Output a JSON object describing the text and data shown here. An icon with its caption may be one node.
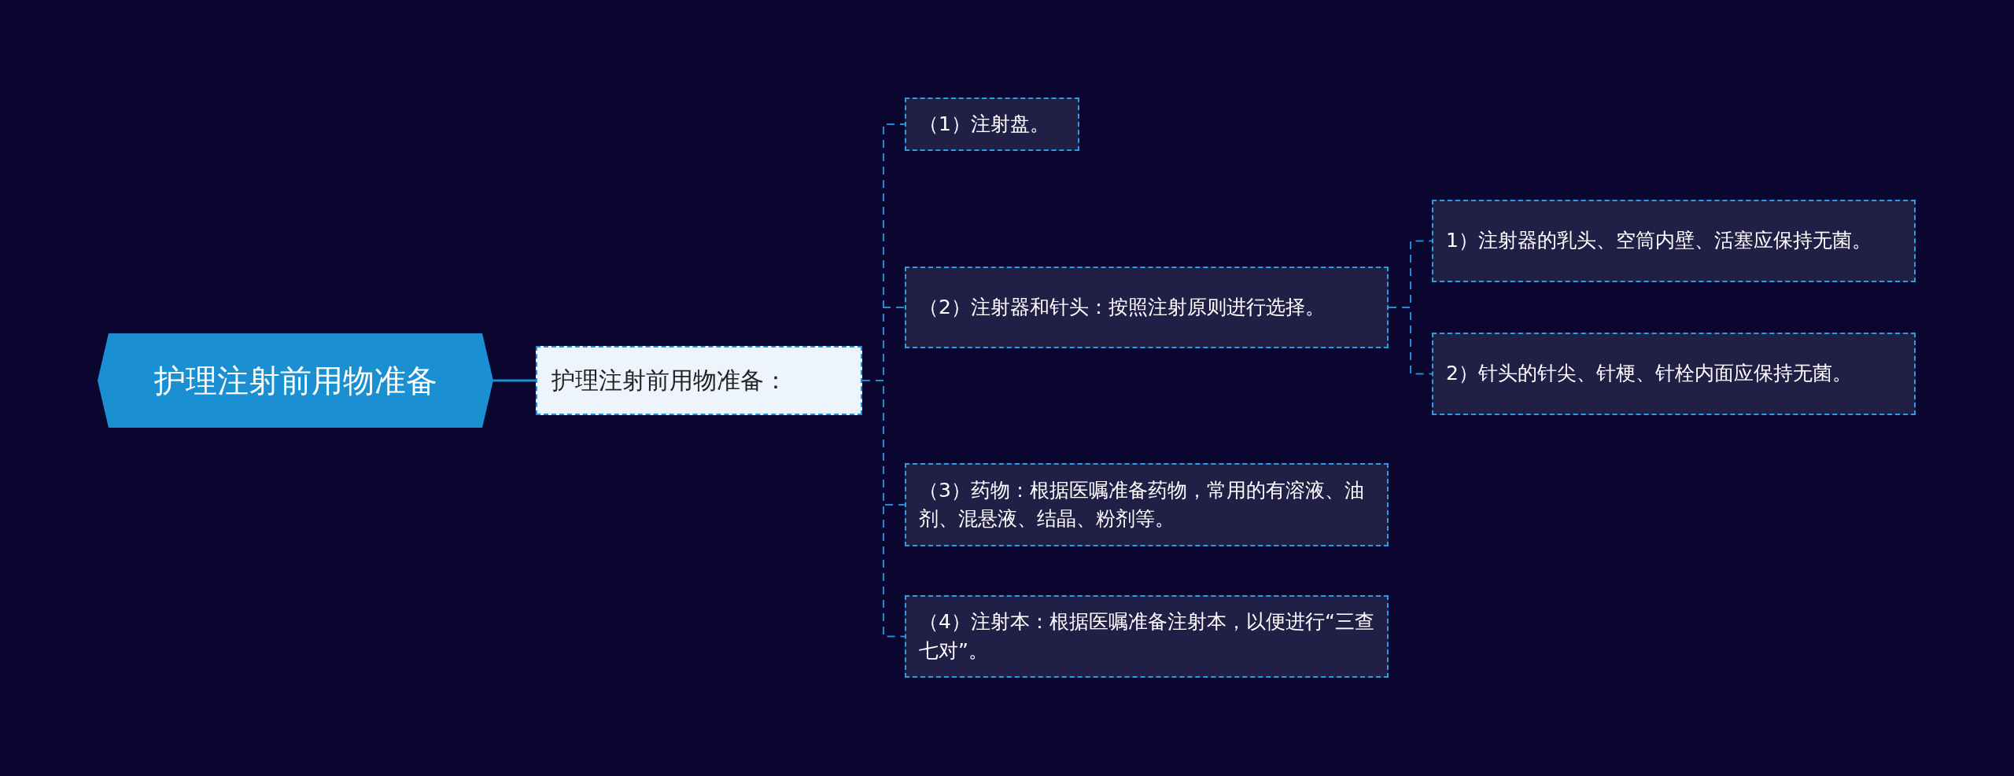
{
  "diagram": {
    "nodes": [
      {
        "text": [
          "护理注射前用物准备"
        ]
      },
      {
        "text": [
          "护理注射前用物准备："
        ]
      },
      {
        "text": [
          "（1）注射盘。"
        ]
      },
      {
        "text": [
          "（2）注射器和针头：按照注射原则进行选择。"
        ]
      },
      {
        "text": [
          "（3）药物：根据医嘱准备药物，常用的有溶液、油剂、混悬液、结晶、粉剂等。"
        ]
      },
      {
        "text": [
          "（4）注射本：根据医嘱准备注射本，以便进行“三查七对”。"
        ]
      },
      {
        "text": [
          "1）注射器的乳头、空筒内壁、活塞应保持无菌。"
        ]
      },
      {
        "text": [
          "2）针头的针尖、针梗、针栓内面应保持无菌。"
        ]
      }
    ],
    "edges": [
      {
        "from": 0,
        "to": 1,
        "arrow": "none"
      },
      {
        "from": 1,
        "to": 2,
        "arrow": "none",
        "style": "dashed"
      },
      {
        "from": 1,
        "to": 3,
        "arrow": "none",
        "style": "dashed"
      },
      {
        "from": 1,
        "to": 4,
        "arrow": "none",
        "style": "dashed"
      },
      {
        "from": 1,
        "to": 5,
        "arrow": "none",
        "style": "dashed"
      },
      {
        "from": 3,
        "to": 6,
        "arrow": "none",
        "style": "dashed"
      },
      {
        "from": 3,
        "to": 7,
        "arrow": "none",
        "style": "dashed"
      }
    ]
  }
}
